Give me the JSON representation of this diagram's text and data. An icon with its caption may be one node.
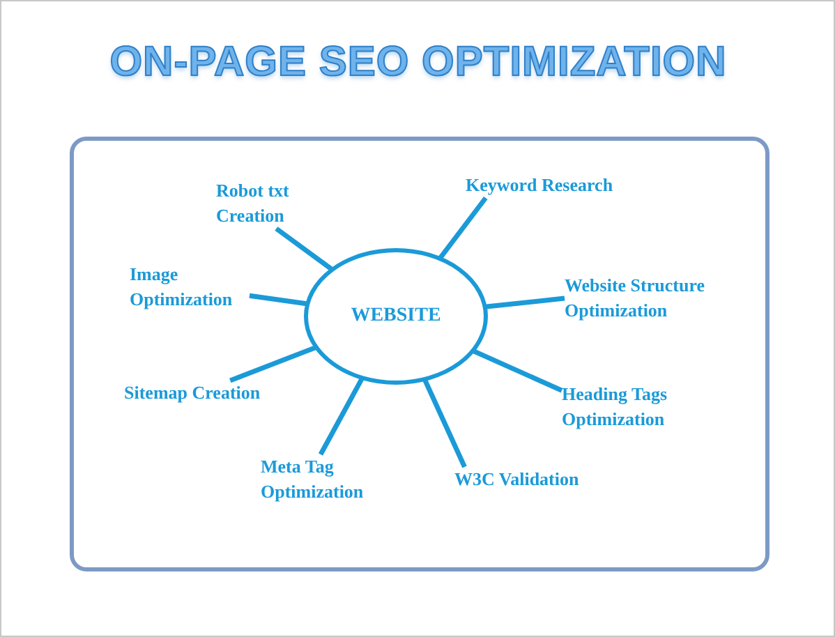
{
  "diagram": {
    "title": "ON-PAGE SEO OPTIMIZATION",
    "nodes": [
      {
        "text": [
          "WEBSITE"
        ]
      },
      {
        "text": [
          "Robot txt Creation"
        ]
      },
      {
        "text": [
          "Keyword Research"
        ]
      },
      {
        "text": [
          "Image Optimization"
        ]
      },
      {
        "text": [
          "Website Structure Optimization"
        ]
      },
      {
        "text": [
          "Sitemap Creation"
        ]
      },
      {
        "text": [
          "Heading Tags Optimization"
        ]
      },
      {
        "text": [
          "Meta Tag Optimization"
        ]
      },
      {
        "text": [
          "W3C Validation"
        ]
      }
    ],
    "edges": [
      {
        "from": 0,
        "to": 1,
        "arrow": "none"
      },
      {
        "from": 0,
        "to": 2,
        "arrow": "none"
      },
      {
        "from": 0,
        "to": 3,
        "arrow": "none"
      },
      {
        "from": 0,
        "to": 4,
        "arrow": "none"
      },
      {
        "from": 0,
        "to": 5,
        "arrow": "none"
      },
      {
        "from": 0,
        "to": 6,
        "arrow": "none"
      },
      {
        "from": 0,
        "to": 7,
        "arrow": "none"
      },
      {
        "from": 0,
        "to": 8,
        "arrow": "none"
      }
    ]
  }
}
